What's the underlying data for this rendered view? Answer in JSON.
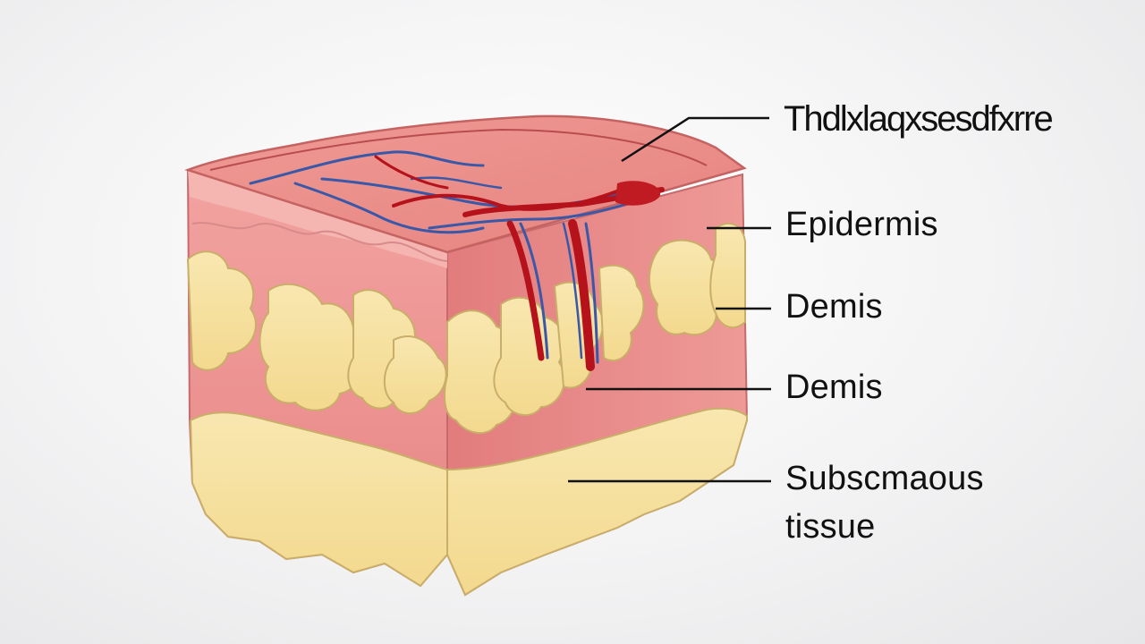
{
  "labels": {
    "top": "Thdlxlaqxsesdfxrre",
    "epidermis": "Epidermis",
    "dermis_1": "Demis",
    "dermis_2": "Demis",
    "subcutaneous_line1": "Subscmaous",
    "subcutaneous_line2": "tissue"
  },
  "colors": {
    "skin_pink": "#e9898a",
    "skin_light": "#f3aeac",
    "top_surface": "#ea8f8c",
    "fat_yellow": "#f7e4a6",
    "fat_outline": "#c9b06a",
    "blood_red": "#b5121b",
    "vein_blue": "#3a58a8",
    "leader_line": "#111111"
  }
}
